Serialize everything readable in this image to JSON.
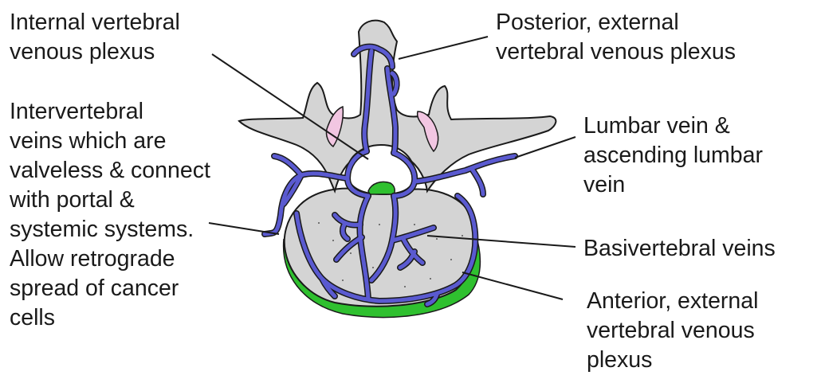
{
  "labels": {
    "internal_vertebral": [
      "Internal vertebral",
      "venous plexus"
    ],
    "posterior_external": [
      "Posterior, external",
      "vertebral venous plexus"
    ],
    "intervertebral": [
      "Intervertebral",
      "veins which are",
      "valveless & connect",
      "with portal &",
      "systemic systems.",
      "Allow retrograde",
      "spread of cancer",
      "cells"
    ],
    "lumbar": [
      "Lumbar vein &",
      "ascending lumbar",
      "vein"
    ],
    "basivertebral": [
      "Basivertebral veins"
    ],
    "anterior_external": [
      "Anterior, external",
      "vertebral venous",
      "plexus"
    ]
  },
  "colors": {
    "bone": "#d4d4d4",
    "outline": "#1a1a1a",
    "vein": "#5a5ad0",
    "ligament": "#2fc02f",
    "facet": "#f2c6e2",
    "canal": "#ffffff"
  }
}
